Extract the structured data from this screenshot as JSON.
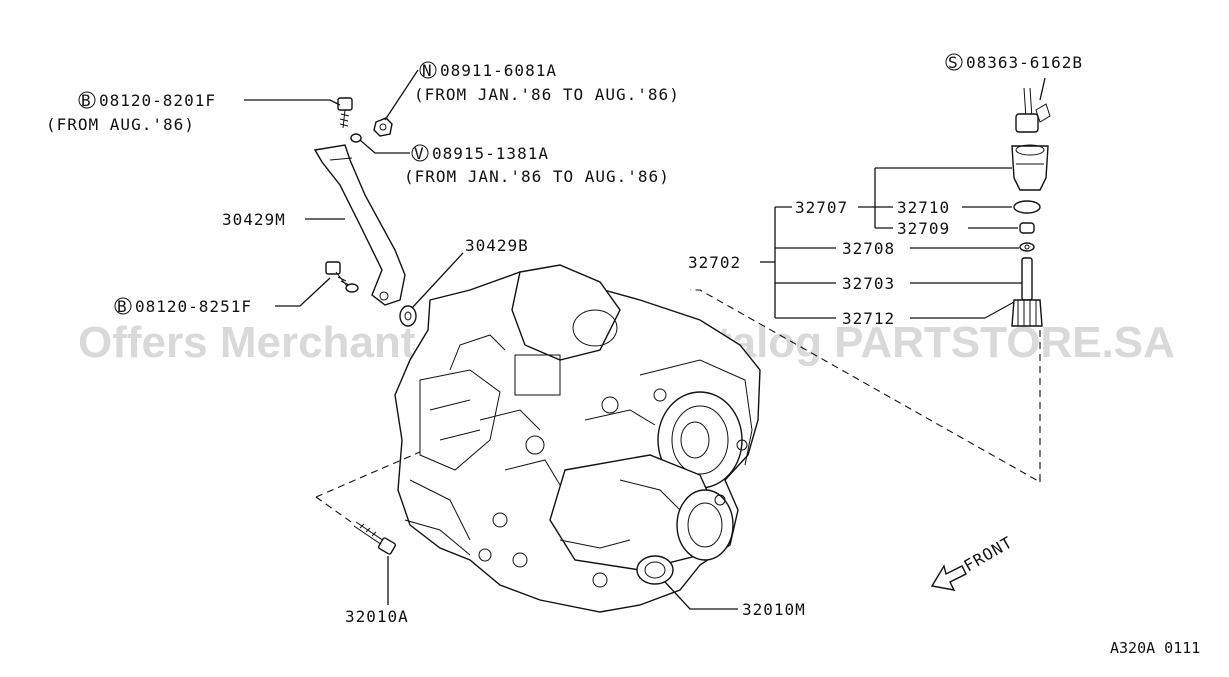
{
  "watermark": "Offers Merchant Auto Parts Catalog PARTSTORE.SA",
  "diagram_ref": "A320A 0111",
  "front_label": "FRONT",
  "callouts": {
    "bolt_top": {
      "prefix": "B",
      "code": "08120-8201F",
      "note": "(FROM AUG.'86)"
    },
    "nut_top": {
      "prefix": "N",
      "code": "08911-6081A",
      "note": "(FROM JAN.'86 TO AUG.'86)"
    },
    "washer_top": {
      "prefix": "V",
      "code": "08915-1381A",
      "note": "(FROM JAN.'86 TO AUG.'86)"
    },
    "bracket": {
      "code": "30429M"
    },
    "grommet": {
      "code": "30429B"
    },
    "bolt_lower": {
      "prefix": "B",
      "code": "08120-8251F"
    },
    "bolt_bottom": {
      "code": "32010A"
    },
    "case": {
      "code": "32010M"
    },
    "screw_speedo": {
      "prefix": "S",
      "code": "08363-6162B"
    },
    "speedo_assy": {
      "code": "32702"
    },
    "speedo_sleeve": {
      "code": "32707"
    },
    "oring_a": {
      "code": "32710"
    },
    "oring_b": {
      "code": "32709"
    },
    "washer_speedo": {
      "code": "32708"
    },
    "pinion": {
      "code": "32703"
    },
    "pin": {
      "code": "32712"
    }
  }
}
